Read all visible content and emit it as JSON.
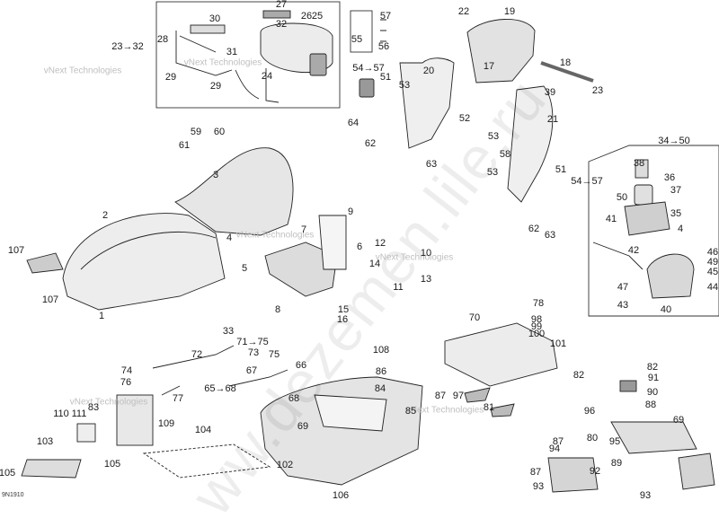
{
  "diagram": {
    "code": "9N1910",
    "watermark_big": "ww.dezemen.lile.ru",
    "watermark_small": [
      "vNext Technologies",
      "vNext Technologies",
      "vNext Technologies",
      "vNext Technologies",
      "vNext Technologies",
      "vNext Technologies"
    ],
    "highlight_color": "#c0392b",
    "highlighted_label": "69",
    "labels": [
      "30",
      "27",
      "32",
      "26",
      "25",
      "28",
      "23→32",
      "31",
      "29",
      "29",
      "24",
      "57",
      "55",
      "56",
      "54→57",
      "51",
      "53",
      "64",
      "62",
      "63",
      "52",
      "22",
      "19",
      "17",
      "20",
      "18",
      "23",
      "21",
      "58",
      "53",
      "53",
      "51",
      "54→57",
      "62",
      "63",
      "60",
      "59",
      "61",
      "3",
      "2",
      "107",
      "107",
      "1",
      "7",
      "9",
      "4",
      "6",
      "5",
      "8",
      "12",
      "10",
      "14",
      "11",
      "13",
      "15",
      "16",
      "34→50",
      "38",
      "36",
      "37",
      "50",
      "35",
      "41",
      "42",
      "46",
      "49",
      "45",
      "44",
      "47",
      "43",
      "40",
      "4",
      "39",
      "33",
      "72",
      "71→75",
      "73",
      "74",
      "76",
      "77",
      "75",
      "66",
      "67",
      "65→68",
      "68",
      "69",
      "70",
      "78",
      "98",
      "99",
      "100",
      "101",
      "108",
      "86",
      "85",
      "84",
      "87",
      "97",
      "82",
      "81",
      "82",
      "91",
      "90",
      "88",
      "96",
      "69",
      "83",
      "111",
      "110",
      "109",
      "103",
      "105",
      "105",
      "104",
      "102",
      "106",
      "80",
      "87",
      "94",
      "95",
      "87",
      "92",
      "89",
      "93",
      "93",
      "93"
    ]
  }
}
